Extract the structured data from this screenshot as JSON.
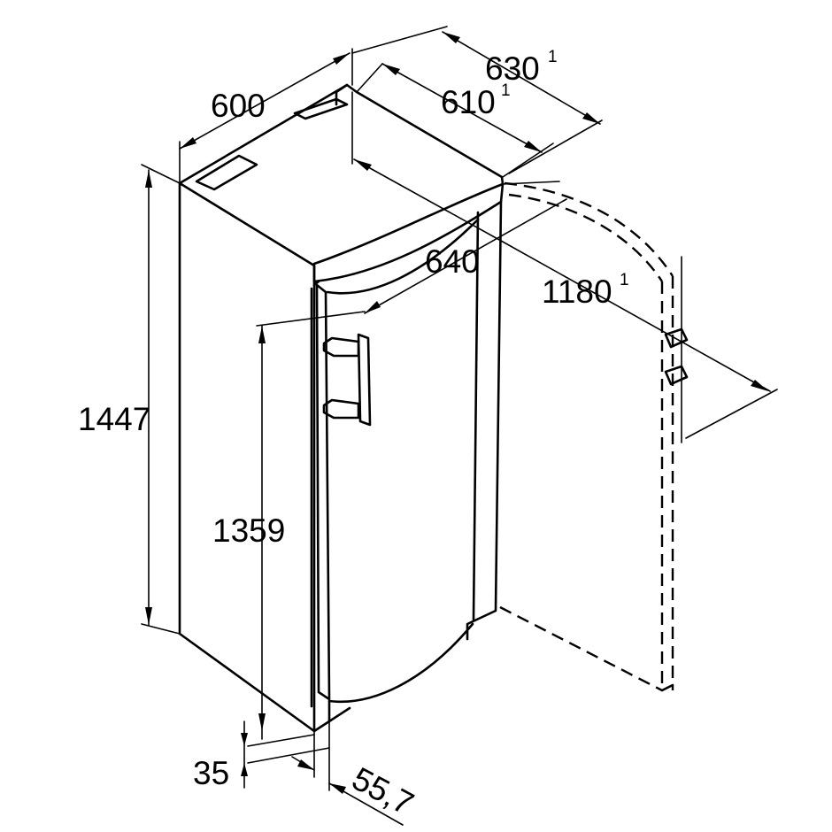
{
  "diagram": {
    "dimensions": {
      "width": "600",
      "depth_610": "610",
      "depth_610_note": "1",
      "depth_630": "630",
      "depth_630_note": "1",
      "door_width": "640",
      "door_open": "1180",
      "door_open_note": "1",
      "height_total": "1447",
      "height_door": "1359",
      "feet": "35",
      "door_offset": "55,7"
    }
  }
}
